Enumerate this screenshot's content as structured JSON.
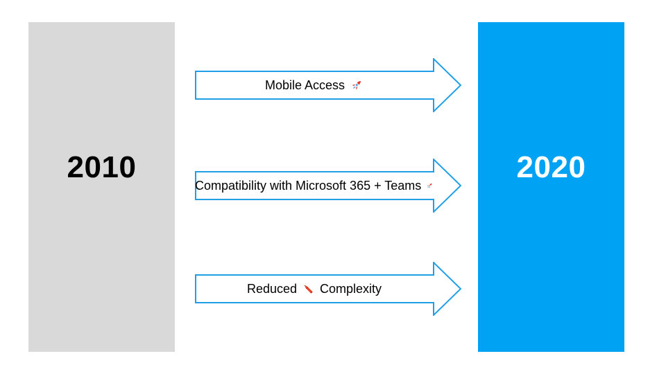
{
  "timeline": {
    "start_year": "2010",
    "end_year": "2020"
  },
  "arrows": [
    {
      "label": "Mobile Access",
      "icon": "rocket-icon"
    },
    {
      "label": "Compatibility with Microsoft 365 + Teams",
      "icon": "rocket-icon"
    },
    {
      "label_before": "Reduced",
      "icon": "crayon-icon",
      "label_after": "Complexity"
    }
  ],
  "colors": {
    "start_box_fill": "#D9D9D9",
    "end_box_fill": "#00A2F3",
    "arrow_outline": "#1E9FE8",
    "arrow_fill": "#FFFFFF",
    "start_year_text": "#000000",
    "end_year_text": "#FFFFFF",
    "arrow_label_text": "#000000"
  }
}
